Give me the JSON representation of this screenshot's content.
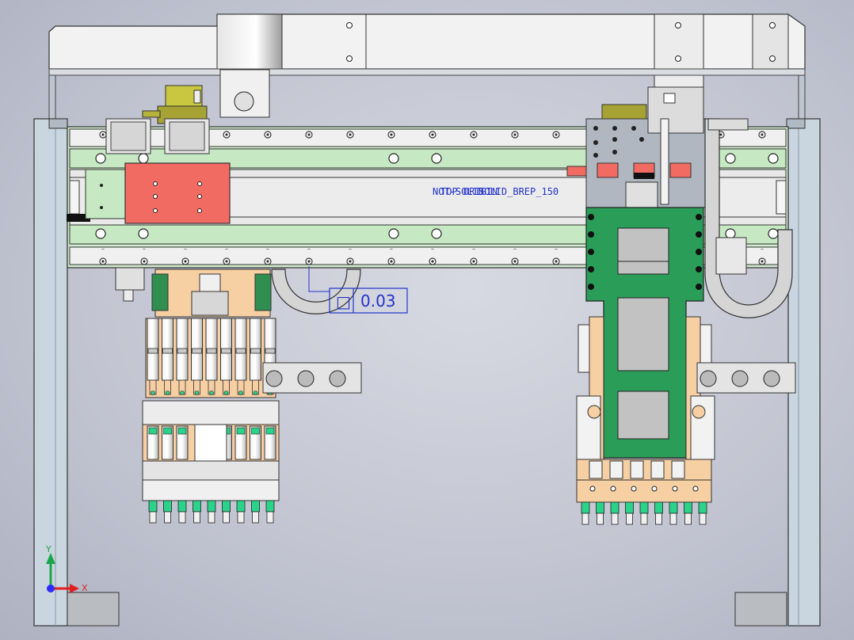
{
  "annotations": {
    "overlap_1": "NOT-SOLID",
    "overlap_2": "TOP ORIGIN",
    "overlap_3": "SOLID_BREP_150"
  },
  "tolerance": {
    "symbol": "□",
    "value": "0.03"
  },
  "triad": {
    "x_label": "X",
    "y_label": "Y"
  },
  "colors": {
    "background": "#c7cad5",
    "frame_gray": "#c8d2dc",
    "rail_green": "#c6e8c2",
    "carriage_red": "#f26b62",
    "plate_green": "#2a9d58",
    "peach": "#f6cfa3",
    "annotation_blue": "#2233cc",
    "motor_olive": "#a6a234"
  }
}
